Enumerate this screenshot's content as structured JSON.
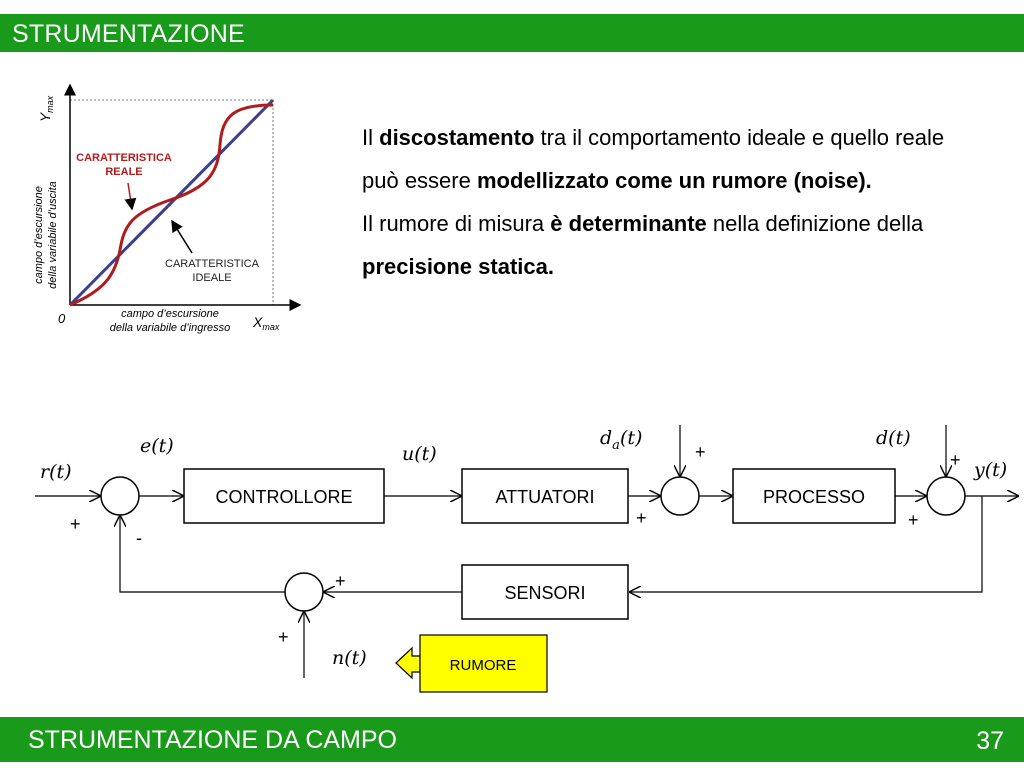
{
  "header": {
    "title": "STRUMENTAZIONE"
  },
  "footer": {
    "title": "STRUMENTAZIONE DA CAMPO",
    "page_number": "37"
  },
  "description": {
    "s1_a": "Il ",
    "s1_b": "discostamento",
    "s1_c": " tra il comportamento ideale e quello reale può essere ",
    "s1_d": "modellizzato come un rumore (noise).",
    "s2_a": "Il rumore di misura ",
    "s2_b": "è determinante",
    "s2_c": " nella definizione della ",
    "s2_d": "precisione statica."
  },
  "graph": {
    "y_axis_max": "Y",
    "y_axis_max_sub": "max",
    "x_axis_max": "X",
    "x_axis_max_sub": "max",
    "origin": "0",
    "y_label_line1": "campo d’escursione",
    "y_label_line2": "della variabile d’uscita",
    "x_label_line1": "campo d’escursione",
    "x_label_line2": "della variabile d’ingresso",
    "real_label_line1": "CARATTERISTICA",
    "real_label_line2": "REALE",
    "ideal_label_line1": "CARATTERISTICA",
    "ideal_label_line2": "IDEALE",
    "real_color": "#b01c1c",
    "ideal_color": "#3a3f8f"
  },
  "diagram": {
    "blocks": {
      "controllore": "CONTROLLORE",
      "attuatori": "ATTUATORI",
      "processo": "PROCESSO",
      "sensori": "SENSORI",
      "rumore": "RUMORE"
    },
    "signals": {
      "r": "r(t)",
      "e": "e(t)",
      "u": "u(t)",
      "da": "d",
      "da_sub": "a",
      "da_arg": "(t)",
      "d": "d(t)",
      "y": "y(t)",
      "n": "n(t)"
    },
    "signs": {
      "sum1_in": "+",
      "sum1_fb": "-",
      "sum2_left": "+",
      "sum2_top": "+",
      "sum3_left": "+",
      "sum3_top": "+",
      "sum4_right": "+",
      "sum4_bottom": "+"
    },
    "noise_color": "#ffff00"
  }
}
